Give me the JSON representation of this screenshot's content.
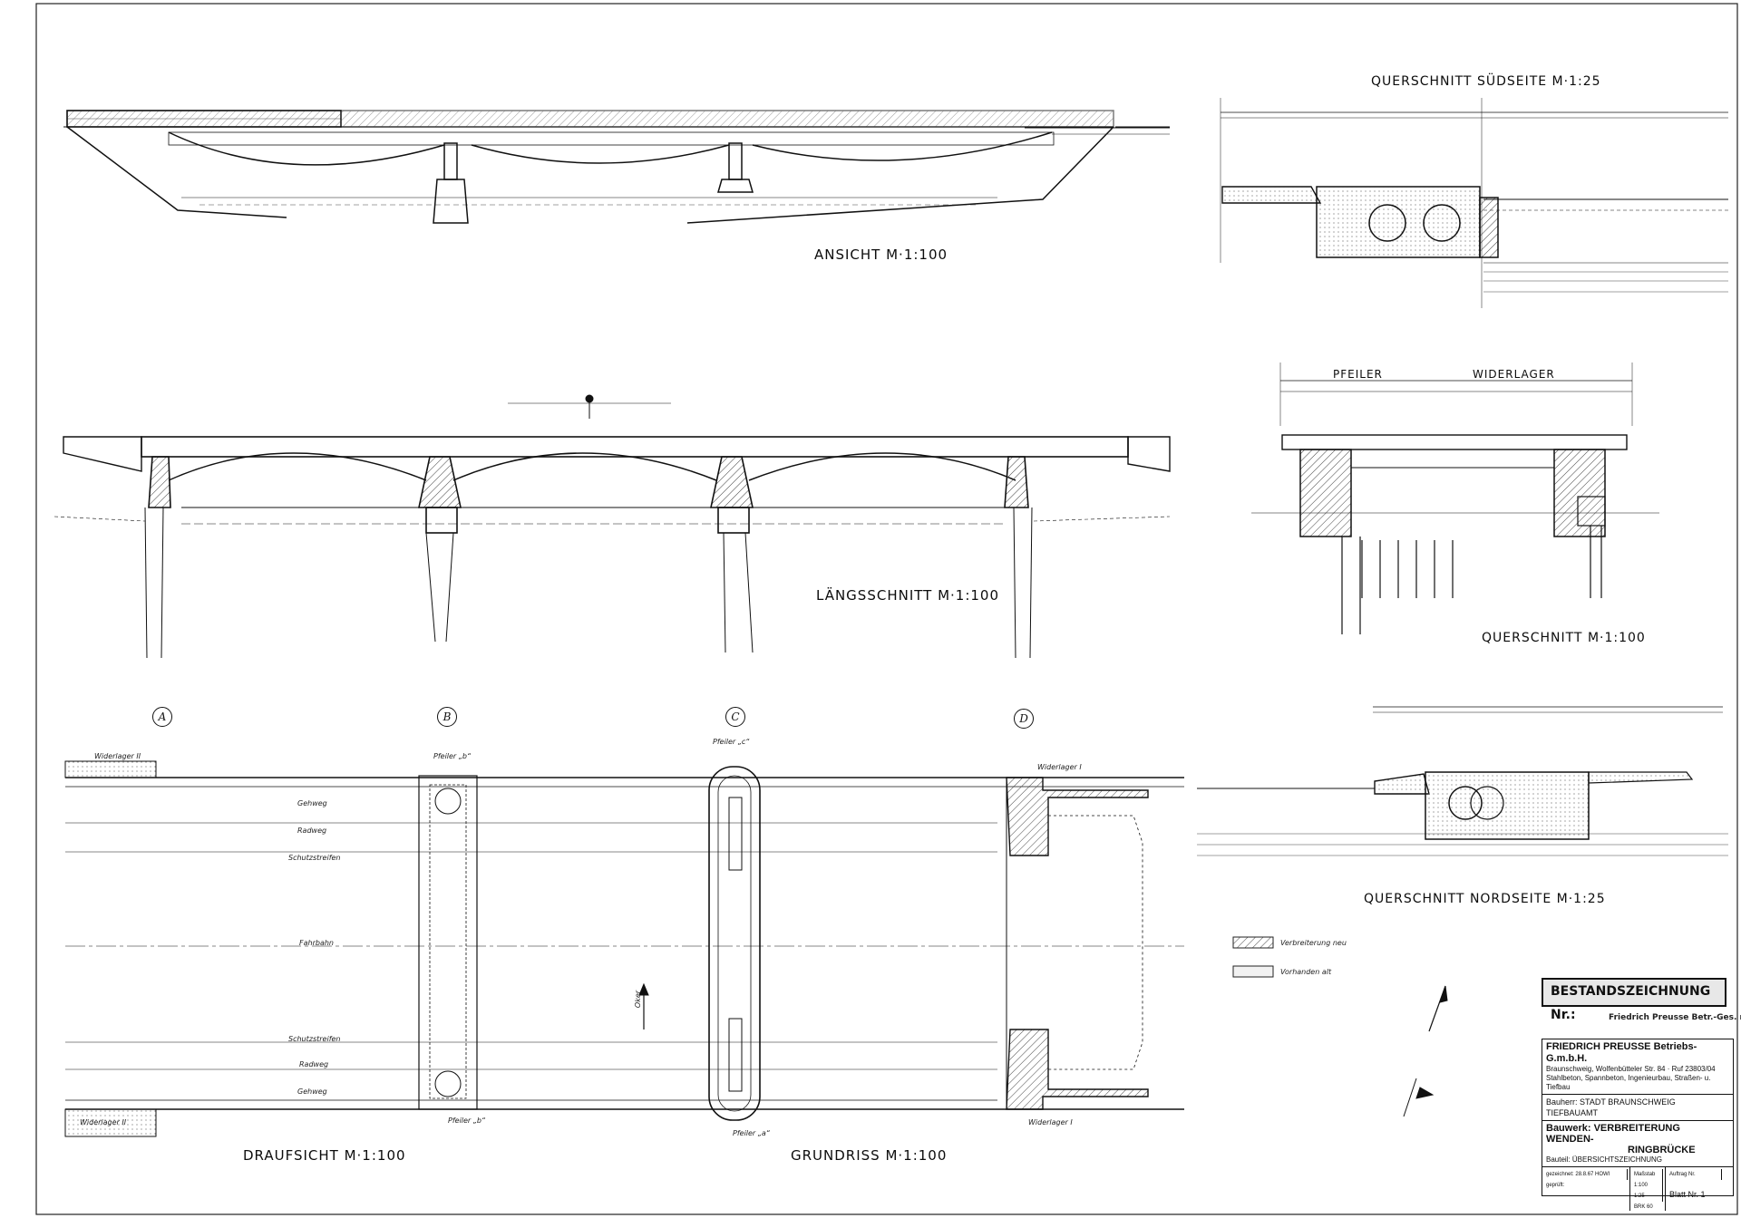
{
  "view_titles": {
    "ansicht": "ANSICHT  M·1:100",
    "laengsschnitt": "LÄNGSSCHNITT  M·1:100",
    "draufsicht": "DRAUFSICHT  M·1:100",
    "grundriss": "GRUNDRISS  M·1:100",
    "querschnitt_sued": "QUERSCHNITT  SÜDSEITE  M·1:25",
    "querschnitt": "QUERSCHNITT  M·1:100",
    "querschnitt_nord": "QUERSCHNITT  NORDSEITE  M·1:25",
    "pfeiler": "PFEILER",
    "widerlager": "WIDERLAGER"
  },
  "axis_marks": [
    "A",
    "B",
    "C",
    "D"
  ],
  "plan_labels": {
    "widerlager_2": "Widerlager II",
    "widerlager_1": "Widerlager I",
    "pfeiler_b": "Pfeiler „b“",
    "pfeiler_c": "Pfeiler „c“",
    "pfeiler_a": "Pfeiler „a“",
    "gehweg": "Gehweg",
    "radweg": "Radweg",
    "schutzstreifen": "Schutzstreifen",
    "fahrbahn": "Fahrbahn",
    "oker": "Oker"
  },
  "legend": [
    {
      "text": "Verbreiterung neu",
      "fill": "hatch"
    },
    {
      "text": "Vorhanden alt",
      "fill": "plain"
    }
  ],
  "stamp": {
    "text": "BESTANDSZEICHNUNG Nr.:",
    "firm_line": "Friedrich Preusse Betr.-Ges. m. b. H."
  },
  "title_block": {
    "firm": "FRIEDRICH PREUSSE Betriebs-G.m.b.H.",
    "address": "Braunschweig, Wolfenbütteler Str. 84 · Ruf 23803/04",
    "services": "Stahlbeton, Spannbeton, Ingenieurbau, Straßen- u. Tiefbau",
    "bauherr": "Bauherr: STADT BRAUNSCHWEIG  TIEFBAUAMT",
    "bauwerk_line1": "Bauwerk: VERBREITERUNG WENDEN-",
    "bauwerk_line2": "RINGBRÜCKE",
    "bauteil": "Bauteil: ÜBERSICHTSZEICHNUNG",
    "gezeichnet": "gezeichnet: 28.8.67 HOWI",
    "geprueft": "geprüft:",
    "massstab_label": "Maßstab",
    "massstab_1": "1:100",
    "massstab_2": "1:25",
    "auftrag": "Auftrag Nr.",
    "blatt": "Blatt Nr. 1",
    "nummer": "BRK 60"
  },
  "colors": {
    "ink": "#111111",
    "paper": "#ffffff",
    "stamp_bg": "#e8e8e8"
  }
}
